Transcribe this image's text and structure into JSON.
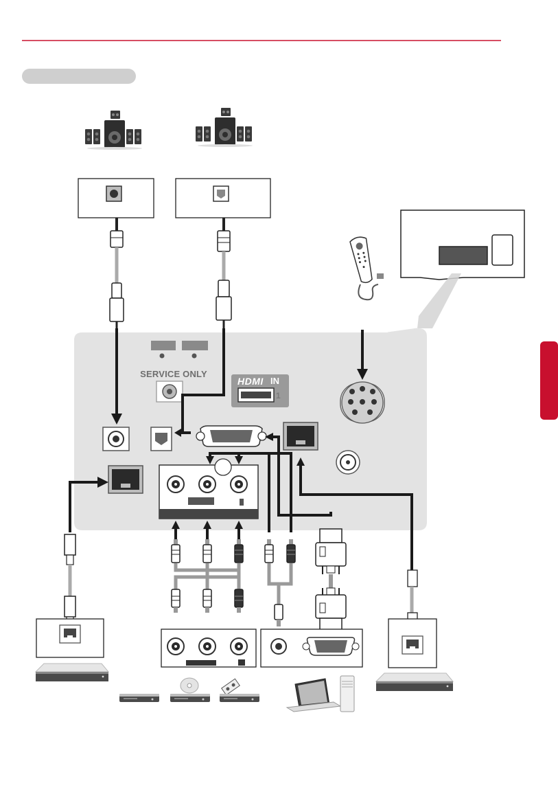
{
  "labels": {
    "service_only": "SERVICE ONLY",
    "hdmi": "HDMI",
    "hdmi_in": "IN",
    "hdmi_port_number": "1"
  },
  "colors": {
    "header_rule": "#c8102e",
    "side_tab": "#c8102e",
    "panel_bg": "#e3e3e3",
    "cable": "#1a1a1a"
  },
  "icons": {
    "speakers": "home-theater-speaker-icon",
    "remote": "motion-remote-icon",
    "router": "network-router-icon",
    "players": [
      "dvd-player-icon",
      "disc-player-icon",
      "vcr-icon"
    ],
    "computers": [
      "laptop-icon",
      "desktop-tower-icon"
    ]
  }
}
